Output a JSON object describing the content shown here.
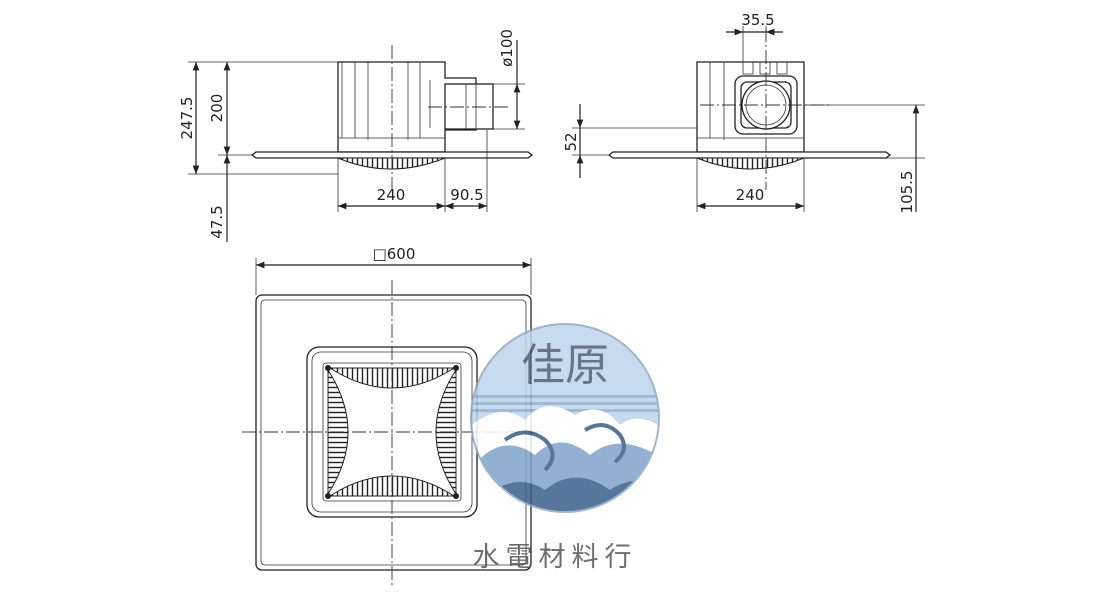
{
  "dimensions": {
    "side_total_height": "247.5",
    "side_body_height": "200",
    "side_pipe_diameter": "ø100",
    "side_width": "240",
    "side_pipe_offset": "90.5",
    "side_bottom_depth": "47.5",
    "front_top_offset": "35.5",
    "front_outlet_height": "52",
    "front_width": "240",
    "front_total_depth": "105.5",
    "plan_plate_size": "□600"
  },
  "watermark": {
    "brand": "佳原",
    "subtitle": "水電材料行",
    "colors": {
      "circle": "#bfd4ea",
      "wave_dark": "#3a5f8a",
      "wave_mid": "#7fa3c9"
    }
  }
}
